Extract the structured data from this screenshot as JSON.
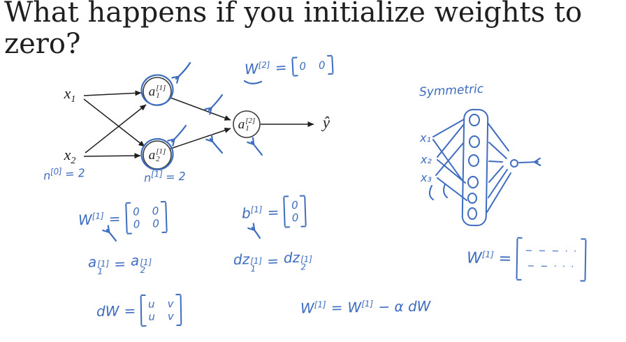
{
  "colors": {
    "ink": "#3e6cbf",
    "black": "#1f1f1f",
    "node": "#3a3a3a"
  },
  "title": {
    "line1": "What happens if you initialize weights to",
    "line2": "zero?"
  },
  "network": {
    "input1": {
      "base": "x",
      "sub": "1"
    },
    "input2": {
      "base": "x",
      "sub": "2"
    },
    "hidden1": {
      "base": "a",
      "sub": "1",
      "sup": "[1]"
    },
    "hidden2": {
      "base": "a",
      "sub": "2",
      "sup": "[1]"
    },
    "output": {
      "base": "a",
      "sub": "1",
      "sup": "[2]"
    },
    "yhat": "ŷ"
  },
  "ink": {
    "w2": {
      "base": "W",
      "sup": "[2]",
      "eq": "=",
      "c0": "0",
      "c1": "0"
    },
    "n0": {
      "base": "n",
      "sup": "[0]",
      "rest": "= 2"
    },
    "n1": {
      "base": "n",
      "sup": "[1]",
      "rest": "= 2"
    },
    "w1": {
      "base": "W",
      "sup": "[1]",
      "eq": "=",
      "r0c0": "0",
      "r0c1": "0",
      "r1c0": "0",
      "r1c1": "0"
    },
    "b1": {
      "base": "b",
      "sup": "[1]",
      "eq": "=",
      "r0": "0",
      "r1": "0"
    },
    "a_eq": {
      "lb": "a",
      "lsub": "1",
      "lsup": "[1]",
      "eq": "=",
      "rb": "a",
      "rsub": "2",
      "rsup": "[1]"
    },
    "dz_eq": {
      "lb": "dz",
      "lsub": "1",
      "lsup": "[1]",
      "eq": "=",
      "rb": "dz",
      "rsub": "2",
      "rsup": "[1]"
    },
    "dw": {
      "base": "dW",
      "eq": "=",
      "r0c0": "u",
      "r0c1": "v",
      "r1c0": "u",
      "r1c1": "v"
    },
    "update": {
      "lb": "W",
      "lsup": "[1]",
      "eq": "=",
      "rb": "W",
      "rsup": "[1]",
      "tail": "− α dW"
    },
    "symmetric": "Symmetric",
    "sk_x1": "x₁",
    "sk_x2": "x₂",
    "sk_x3": "x₃",
    "w1_rows": {
      "base": "W",
      "sup": "[1]",
      "eq": "=",
      "r0": "− − − ·  ·",
      "r1": "− − · · ·"
    }
  }
}
